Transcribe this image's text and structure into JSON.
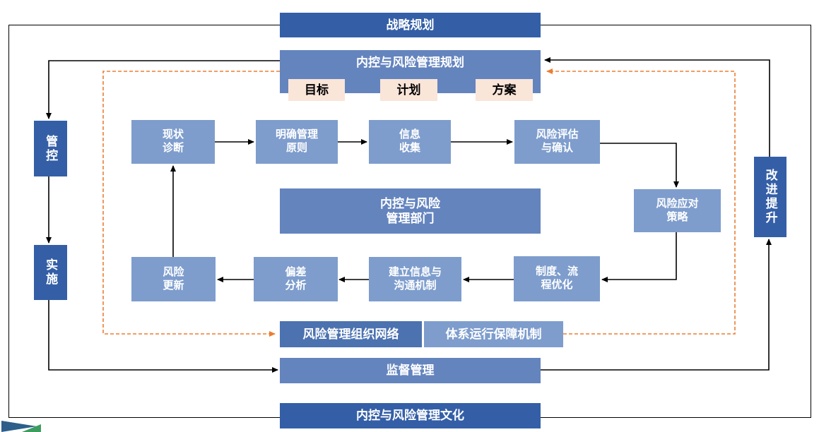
{
  "colors": {
    "dark_blue": "#345FA7",
    "medium_blue": "#6484BE",
    "light_blue": "#7E9DCD",
    "steel_blue": "#4C72B0",
    "peach": "#FAE5D9",
    "dashed_orange": "#ED7D31",
    "line_black": "#000000"
  },
  "boxes": {
    "strategic": "战略规划",
    "planning": "内控与风险管理规划",
    "tags": [
      "目标",
      "计划",
      "方案"
    ],
    "control": "管控",
    "implement": "实施",
    "improve": "改进提升",
    "department": "内控与风险\n管理部门",
    "top_flow": [
      "现状\n诊断",
      "明确管理\n原则",
      "信息\n收集",
      "风险评估\n与确认"
    ],
    "response": "风险应对\n策略",
    "bottom_flow": [
      "风险\n更新",
      "偏差\n分析",
      "建立信息与\n沟通机制",
      "制度、流\n程优化"
    ],
    "network": "风险管理组织网络",
    "mechanism": "体系运行保障机制",
    "supervision": "监督管理",
    "culture": "内控与风险管理文化"
  }
}
